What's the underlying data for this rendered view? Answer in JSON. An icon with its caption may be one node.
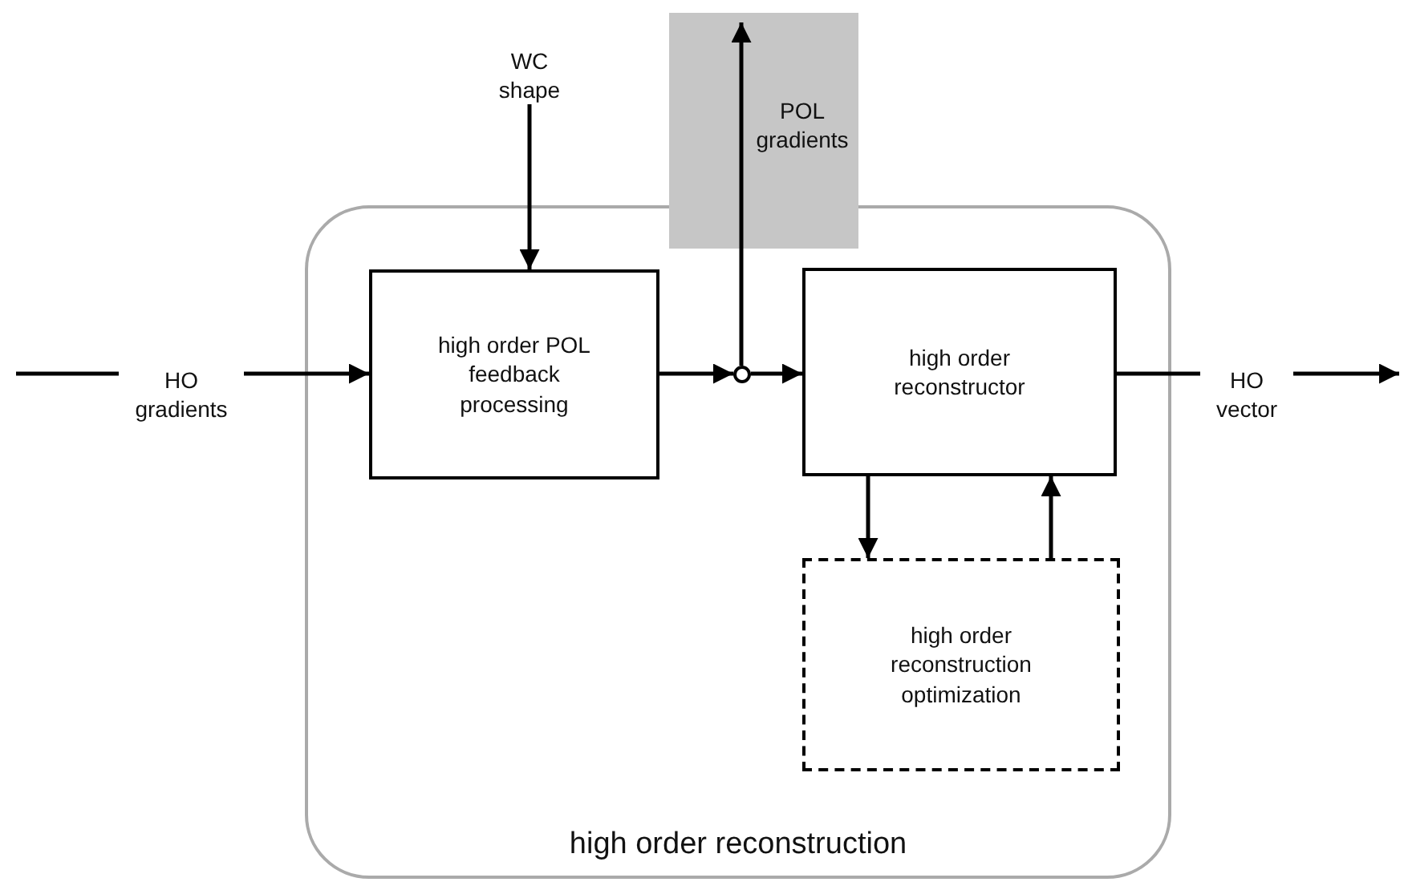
{
  "diagram": {
    "nodes": [
      {
        "text": [
          "high order reconstruction"
        ]
      },
      {
        "text": [
          "high order POL feedback processing"
        ],
        "in": 0
      },
      {
        "text": [],
        "shape": "circle",
        "in": 0
      },
      {
        "text": [
          "POL gradients"
        ]
      },
      {
        "text": [
          "high order reconstructor"
        ],
        "in": 0
      },
      {
        "text": [
          "high order reconstruction optimization"
        ],
        "in": 0
      }
    ],
    "edges": [
      {
        "from": null,
        "to": 1,
        "arrow": "to",
        "label": "HO gradients"
      },
      {
        "from": null,
        "to": 1,
        "arrow": "to",
        "label": "WC shape"
      },
      {
        "from": 1,
        "to": 2,
        "arrow": "to"
      },
      {
        "from": 2,
        "to": 4,
        "arrow": "to"
      },
      {
        "from": 2,
        "to": 3,
        "arrow": "to"
      },
      {
        "from": 4,
        "to": 5,
        "arrow": "to"
      },
      {
        "from": 5,
        "to": 4,
        "arrow": "to"
      },
      {
        "from": 4,
        "to": null,
        "arrow": "to",
        "label": "HO vector"
      }
    ]
  }
}
